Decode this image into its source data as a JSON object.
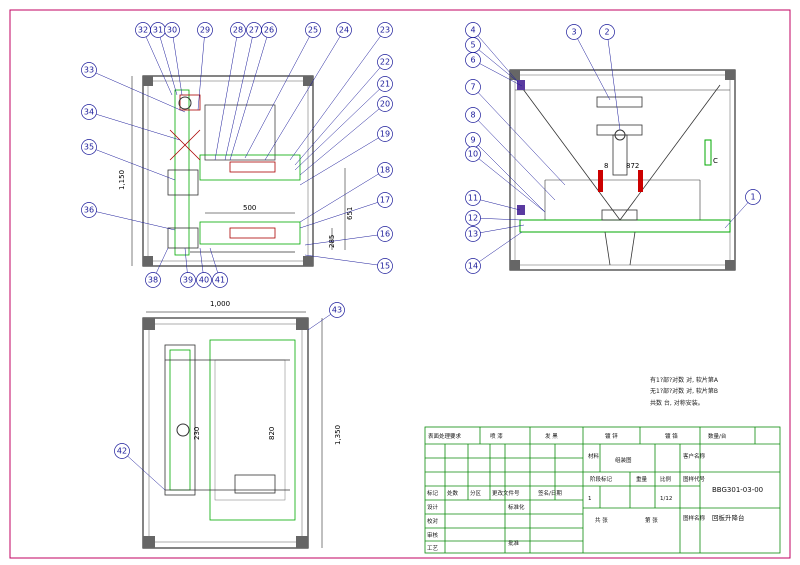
{
  "balloons_front": [
    "32",
    "31",
    "30",
    "29",
    "28",
    "27",
    "26",
    "25",
    "24",
    "23",
    "22",
    "21",
    "20",
    "19",
    "18",
    "17",
    "16",
    "15",
    "33",
    "34",
    "35",
    "36",
    "38",
    "39",
    "40",
    "41"
  ],
  "balloons_side": [
    "4",
    "5",
    "6",
    "7",
    "8",
    "9",
    "10",
    "11",
    "12",
    "13",
    "14",
    "3",
    "2",
    "1"
  ],
  "balloons_top": [
    "43",
    "42"
  ],
  "dims": {
    "front_height": "1,150",
    "front_width": "500",
    "front_right_1": "651",
    "front_right_2": "285",
    "side_gap": "872",
    "side_left": "8",
    "top_width": "1,000",
    "top_height": "1,350",
    "top_inner_1": "230",
    "top_inner_2": "820",
    "side_mark": "C"
  },
  "notes": {
    "line1": "有1?部?对数  对, 软片第A",
    "line2": "无1?部?对数  对, 软片第B",
    "line3": "共数  台, 对称安装。"
  },
  "title_block": {
    "h_surface": "表面处理要求",
    "h_spray": "喷 漆",
    "h_hair": "发 黑",
    "h_plate": "镀 锌",
    "h_chrome": "镀 铬",
    "h_qty": "数量/台",
    "r_material": "材料",
    "r_assembly": "组装图",
    "r_customer": "客户名称",
    "r_stage": "阶段标记",
    "r_weight": "重量",
    "r_scale": "比例",
    "r_dwgno": "图样代号",
    "v_stage": "1",
    "v_scale": "1/12",
    "v_dwgno": "BBG301-03-00",
    "r_total": "共 张",
    "r_sheet": "第 张",
    "r_name": "图样名称",
    "v_name": "回板升降台",
    "c_mark": "标记",
    "c_count": "处数",
    "c_zone": "分区",
    "c_change": "更改文件号",
    "c_sign": "签名/日期",
    "c_design": "设计",
    "c_std": "标准化",
    "c_check": "校对",
    "c_review": "审核",
    "c_process": "工艺",
    "c_approve": "批准"
  }
}
